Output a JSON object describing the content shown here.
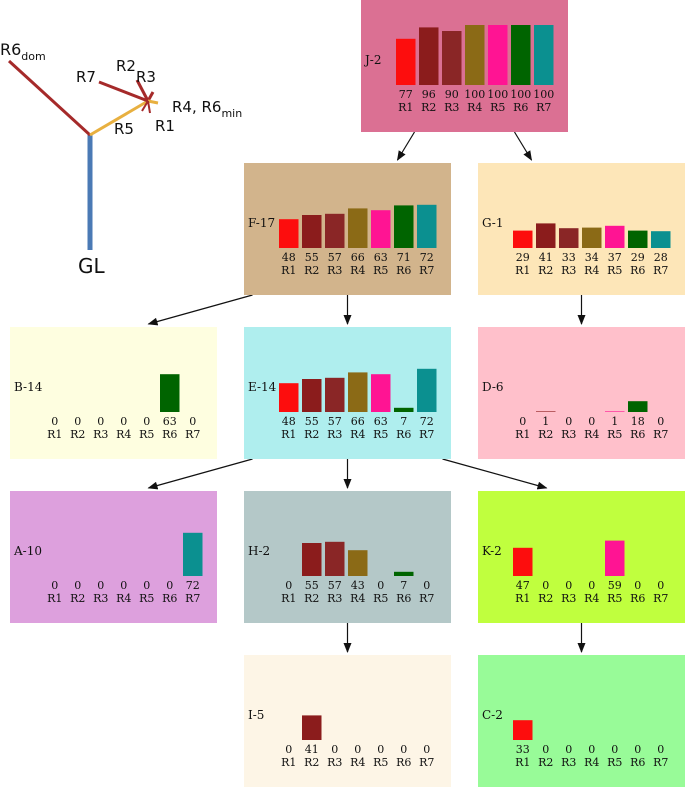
{
  "categories": [
    "R1",
    "R2",
    "R3",
    "R4",
    "R5",
    "R6",
    "R7"
  ],
  "colors": [
    "#fd0d0d",
    "#8b1c1c",
    "#8a2626",
    "#8b6a16",
    "#ff1493",
    "#006400",
    "#0b9090"
  ],
  "legend_tree": {
    "labels": [
      {
        "text": "R6",
        "sub": "dom"
      },
      {
        "text": "R2",
        "sub": ""
      },
      {
        "text": "R7",
        "sub": ""
      },
      {
        "text": "R3",
        "sub": ""
      },
      {
        "text": "R4, R6",
        "sub": "min"
      },
      {
        "text": "R5",
        "sub": ""
      },
      {
        "text": "R1",
        "sub": ""
      },
      {
        "text": "GL",
        "sub": ""
      }
    ],
    "colors": {
      "root": "#4a7ab5",
      "branch": "#a52a2a",
      "mid": "#e8b040"
    }
  },
  "nodes": [
    {
      "id": "J-2",
      "bg": "#db7093",
      "values": [
        77,
        96,
        90,
        100,
        100,
        100,
        100
      ]
    },
    {
      "id": "F-17",
      "bg": "#d2b48c",
      "values": [
        48,
        55,
        57,
        66,
        63,
        71,
        72
      ]
    },
    {
      "id": "G-1",
      "bg": "#fde6b8",
      "values": [
        29,
        41,
        33,
        34,
        37,
        29,
        28
      ]
    },
    {
      "id": "B-14",
      "bg": "#fefee0",
      "values": [
        0,
        0,
        0,
        0,
        0,
        63,
        0
      ]
    },
    {
      "id": "E-14",
      "bg": "#afeeee",
      "values": [
        48,
        55,
        57,
        66,
        63,
        7,
        72
      ]
    },
    {
      "id": "D-6",
      "bg": "#ffc0cb",
      "values": [
        0,
        1,
        0,
        0,
        1,
        18,
        0
      ]
    },
    {
      "id": "A-10",
      "bg": "#dda0dd",
      "values": [
        0,
        0,
        0,
        0,
        0,
        0,
        72
      ]
    },
    {
      "id": "H-2",
      "bg": "#b4c8c8",
      "values": [
        0,
        55,
        57,
        43,
        0,
        7,
        0
      ]
    },
    {
      "id": "K-2",
      "bg": "#c0ff3e",
      "values": [
        47,
        0,
        0,
        0,
        59,
        0,
        0
      ]
    },
    {
      "id": "I-5",
      "bg": "#fdf5e6",
      "values": [
        0,
        41,
        0,
        0,
        0,
        0,
        0
      ]
    },
    {
      "id": "C-2",
      "bg": "#98fb98",
      "values": [
        33,
        0,
        0,
        0,
        0,
        0,
        0
      ]
    }
  ],
  "edges": [
    [
      "J-2",
      "F-17"
    ],
    [
      "J-2",
      "G-1"
    ],
    [
      "F-17",
      "B-14"
    ],
    [
      "F-17",
      "E-14"
    ],
    [
      "G-1",
      "D-6"
    ],
    [
      "E-14",
      "A-10"
    ],
    [
      "E-14",
      "H-2"
    ],
    [
      "E-14",
      "K-2"
    ],
    [
      "H-2",
      "I-5"
    ],
    [
      "K-2",
      "C-2"
    ]
  ]
}
